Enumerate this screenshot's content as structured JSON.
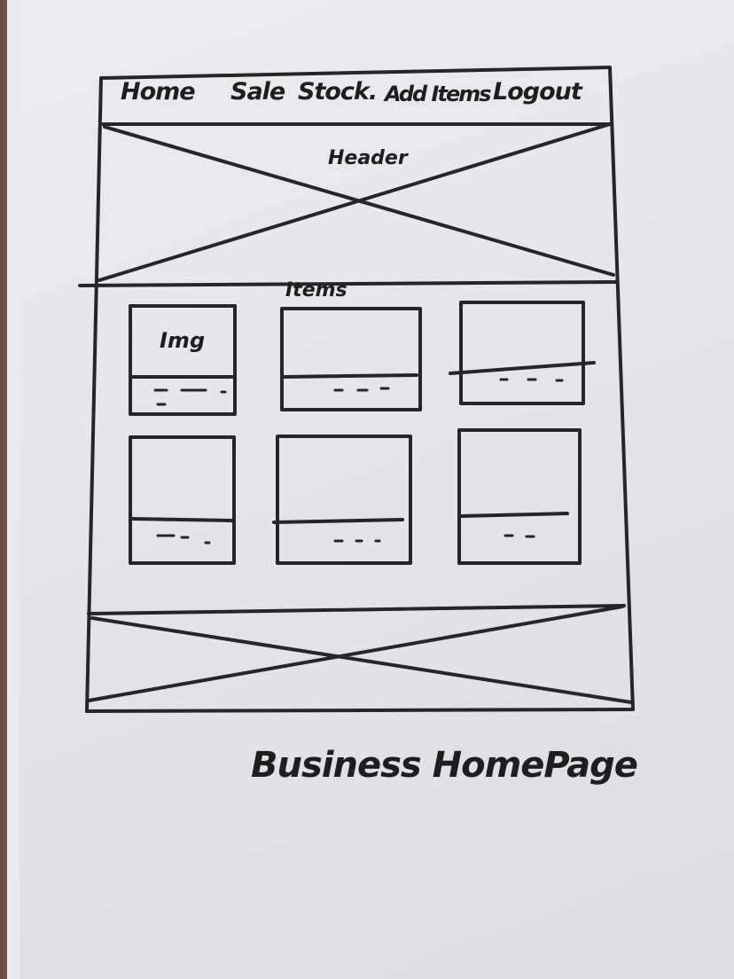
{
  "nav": {
    "items": [
      {
        "label": "Home"
      },
      {
        "label": "Sale"
      },
      {
        "label": "Stock."
      },
      {
        "label": "Add Items"
      },
      {
        "label": "Logout"
      }
    ]
  },
  "header": {
    "label": "Header"
  },
  "items_section": {
    "label": "Items",
    "first_card_image_label": "Img"
  },
  "caption": "Business HomePage",
  "colors": {
    "ink": "#1e1e1e",
    "paper": "#e4e5ea"
  }
}
